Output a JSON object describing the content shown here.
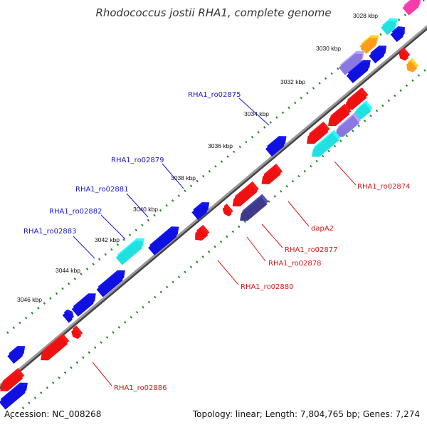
{
  "title": "Rhodococcus jostii RHA1, complete genome",
  "footer": {
    "accession": "Accession: NC_008268",
    "stats": "Topology: linear; Length: 7,804,765 bp; Genes: 7,274"
  },
  "ticks": [
    "3028 kbp",
    "3030 kbp",
    "3032 kbp",
    "3034 kbp",
    "3036 kbp",
    "3038 kbp",
    "3040 kbp",
    "3042 kbp",
    "3044 kbp",
    "3046 kbp"
  ],
  "gene_labels_left": [
    "RHA1_ro02875",
    "RHA1_ro02879",
    "RHA1_ro02881",
    "RHA1_ro02882",
    "RHA1_ro02883"
  ],
  "gene_labels_right": [
    "RHA1_ro02874",
    "dapA2",
    "RHA1_ro02877",
    "RHA1_ro02878",
    "RHA1_ro02880",
    "RHA1_ro02886"
  ],
  "colors": {
    "forward": "#1010e0",
    "reverse": "#ee1111",
    "cyan": "#22e0e0",
    "purple": "#8878e0",
    "dark_purple": "#403a8a",
    "orange": "#ff9c1a",
    "magenta": "#f53ca8",
    "backbone": "#777777",
    "dots": "#1e8a1e",
    "left_label": "#1818c8",
    "right_label": "#d81818"
  }
}
